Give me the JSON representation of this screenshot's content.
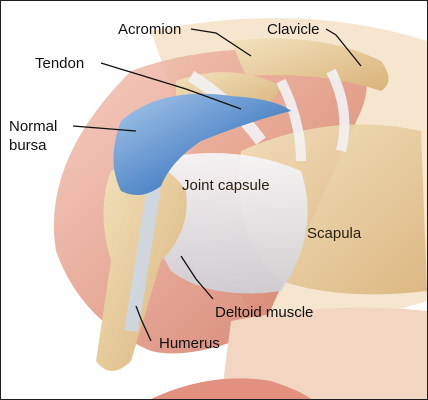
{
  "labels": {
    "acromion": "Acromion",
    "clavicle": "Clavicle",
    "tendon": "Tendon",
    "normal_bursa_line1": "Normal",
    "normal_bursa_line2": "bursa",
    "joint_capsule": "Joint capsule",
    "scapula": "Scapula",
    "deltoid_muscle": "Deltoid muscle",
    "humerus": "Humerus"
  },
  "colors": {
    "bursa": "#4f86c6",
    "muscle": "#d98a7a",
    "bone": "#e8cf9c",
    "ligament": "#e9e9ec",
    "leader_line": "#111111",
    "border": "#1f1f1f"
  }
}
